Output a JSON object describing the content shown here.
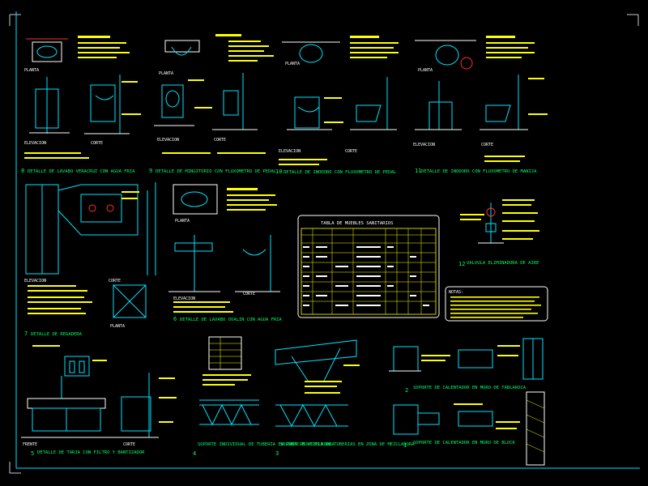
{
  "details": [
    {
      "num": "8",
      "title": "DETALLE DE LAVABO VERACRUZ CON AGUA FRIA",
      "views": [
        "PLANTA",
        "ELEVACION",
        "CORTE"
      ]
    },
    {
      "num": "9",
      "title": "DETALLE DE MINGITORIO CON FLUXOMETRO DE PEDAL",
      "views": [
        "PLANTA",
        "ELEVACION",
        "CORTE"
      ]
    },
    {
      "num": "10",
      "title": "DETALLE DE INODORO CON FLUXOMETRO DE PEDAL",
      "views": [
        "PLANTA",
        "ELEVACION",
        "CORTE"
      ]
    },
    {
      "num": "11",
      "title": "DETALLE DE INODORO CON FLUXOMETRO DE MANIJA",
      "views": [
        "PLANTA",
        "ELEVACION",
        "CORTE"
      ]
    },
    {
      "num": "7",
      "title": "DETALLE DE REGADERA",
      "views": [
        "ELEVACION",
        "CORTE",
        "PLANTA"
      ]
    },
    {
      "num": "6",
      "title": "DETALLE DE LAVABO OVALIN CON AGUA FRIA",
      "views": [
        "PLANTA",
        "ELEVACION",
        "CORTE"
      ]
    },
    {
      "num": "12",
      "title": "VALVULA ELIMINADORA DE AIRE",
      "views": []
    },
    {
      "num": "5",
      "title": "DETALLE DE TARJA CON FILTRO Y BANTIZADOR",
      "views": [
        "FRENTE",
        "CORTE"
      ]
    },
    {
      "num": "4",
      "title": "SOPORTE INDIVIDUAL DE TUBERIA EN ZONA DE MEZCLADORA",
      "views": []
    },
    {
      "num": "3",
      "title": "SOPORTE MULTIPLE DE TUBERIAS EN ZONA DE MEZCLADORA",
      "views": []
    },
    {
      "num": "2",
      "title": "SOPORTE DE CALENTADOR EN MURO DE TABLAROCA",
      "views": []
    },
    {
      "num": "1",
      "title": "SOPORTE DE CALENTADOR EN MURO DE BLOCK",
      "views": []
    }
  ],
  "table": {
    "title": "TABLA DE MUEBLES SANITARIOS"
  },
  "notes": {
    "title": "NOTAS:"
  },
  "colors": {
    "background": "#000000",
    "linework": "#00e5ff",
    "annotation": "#ffff00",
    "titles": "#00ff66",
    "accent": "#ff3030"
  }
}
